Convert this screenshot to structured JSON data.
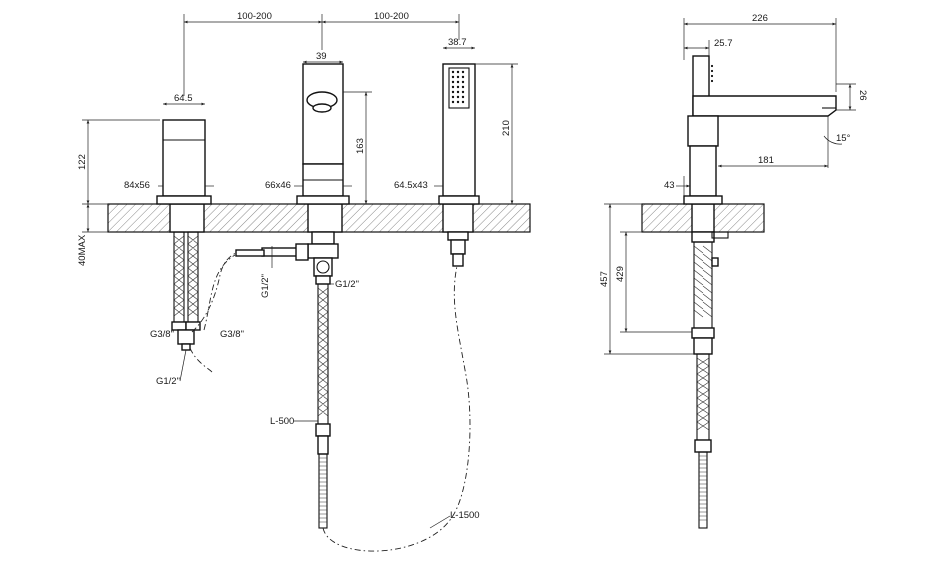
{
  "front_view": {
    "spacing_left": "100-200",
    "spacing_right": "100-200",
    "spout_width": "39",
    "handshower_width": "38.7",
    "handle_width": "64.5",
    "handle_height": "122",
    "spout_height": "163",
    "handshower_height": "210",
    "counter_thickness": "40MAX",
    "handle_base": "84x56",
    "spout_base": "66x46",
    "handshower_base": "64.5x43",
    "label_g38_left": "G3/8\"",
    "label_g38_right": "G3/8\"",
    "label_g12_bottom": "G1/2\"",
    "label_g12_vertical": "G1/2\"",
    "label_g12_spout": "G1/2\"",
    "hose_l500": "L-500",
    "hose_l1500": "L-1500"
  },
  "side_view": {
    "total_length": "226",
    "handle_offset": "25.7",
    "spout_depth": "26",
    "spout_angle": "15°",
    "spout_reach": "181",
    "base_height": "43",
    "depth_457": "457",
    "depth_429": "429"
  }
}
